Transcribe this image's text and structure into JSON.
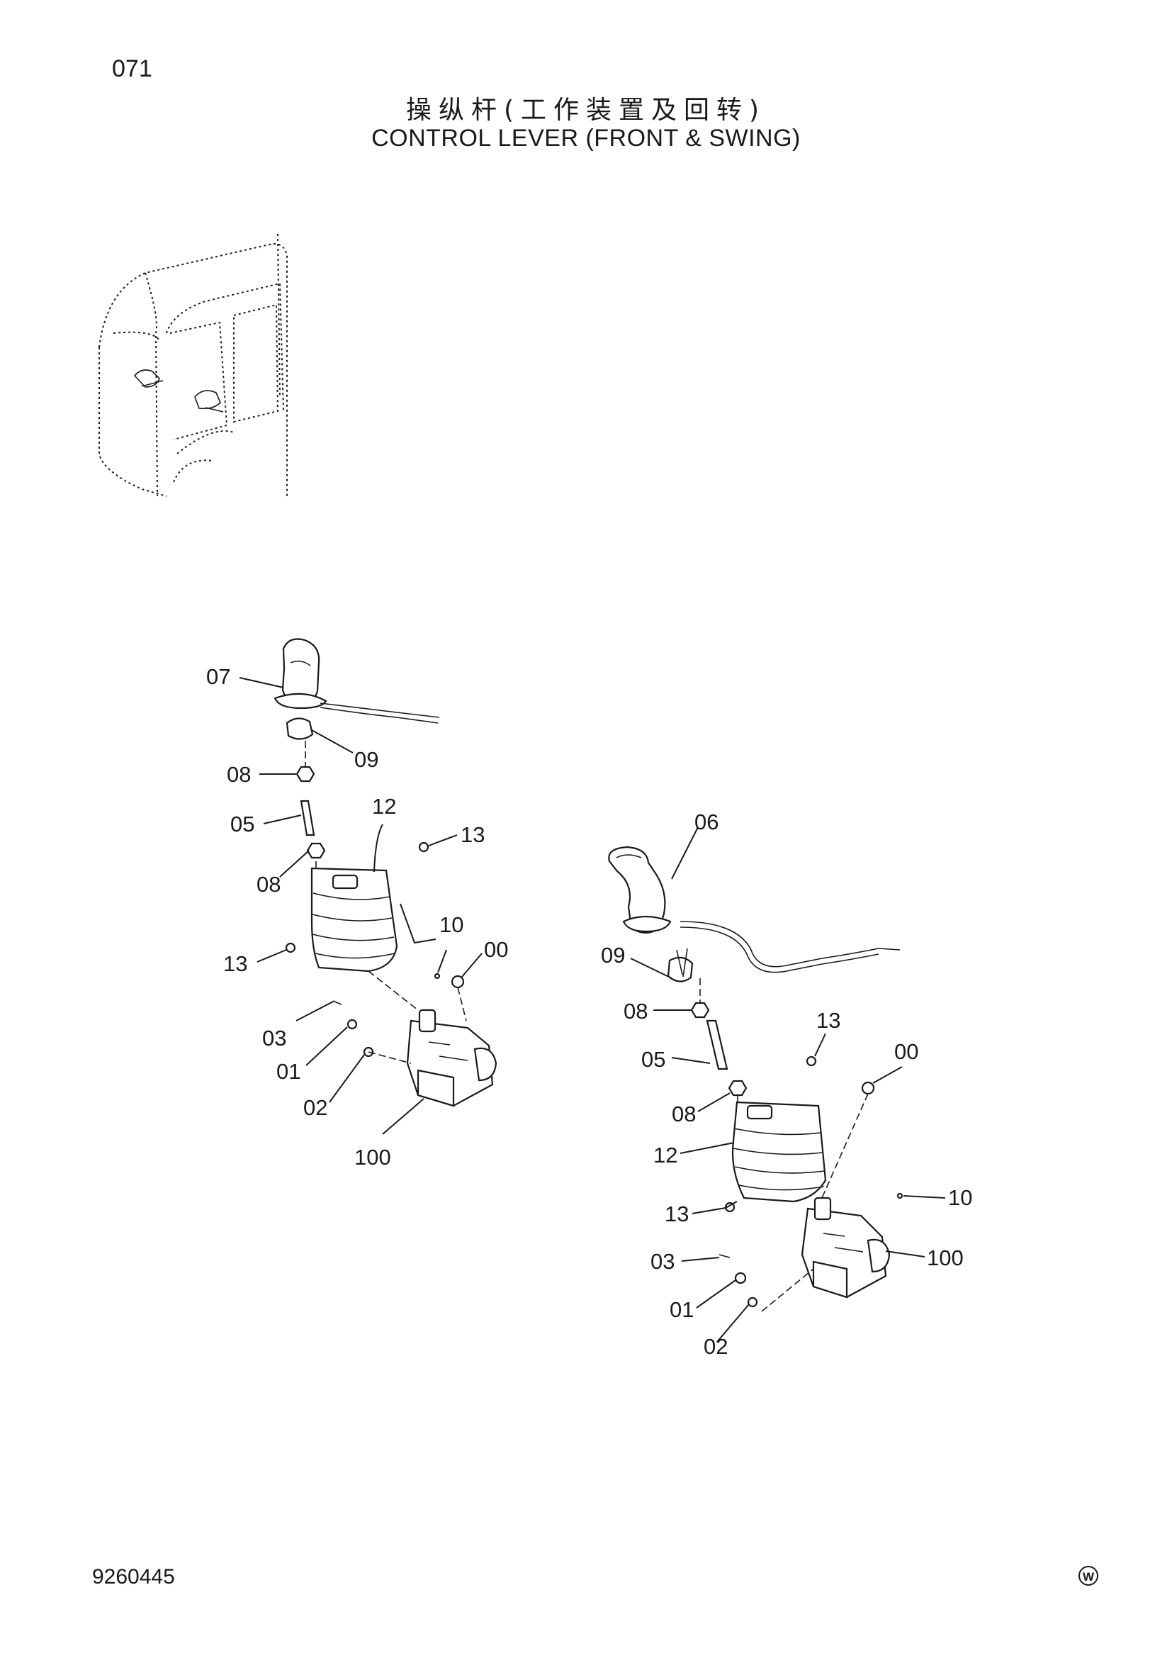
{
  "header": {
    "page_number": "071",
    "title_cn": "操纵杆(工作装置及回转)",
    "title_en": "CONTROL LEVER (FRONT & SWING)"
  },
  "footer": {
    "document_number": "9260445",
    "logo_glyph": "W"
  },
  "diagram": {
    "left_assembly": {
      "labels": {
        "p07": "07",
        "p09": "09",
        "p08a": "08",
        "p05": "05",
        "p12": "12",
        "p13a": "13",
        "p08b": "08",
        "p13b": "13",
        "p10": "10",
        "p00": "00",
        "p03": "03",
        "p01": "01",
        "p02": "02",
        "p100": "100"
      }
    },
    "right_assembly": {
      "labels": {
        "p06": "06",
        "p09": "09",
        "p08a": "08",
        "p13a": "13",
        "p05": "05",
        "p00": "00",
        "p08b": "08",
        "p12": "12",
        "p10": "10",
        "p13b": "13",
        "p100": "100",
        "p03": "03",
        "p01": "01",
        "p02": "02"
      }
    }
  }
}
